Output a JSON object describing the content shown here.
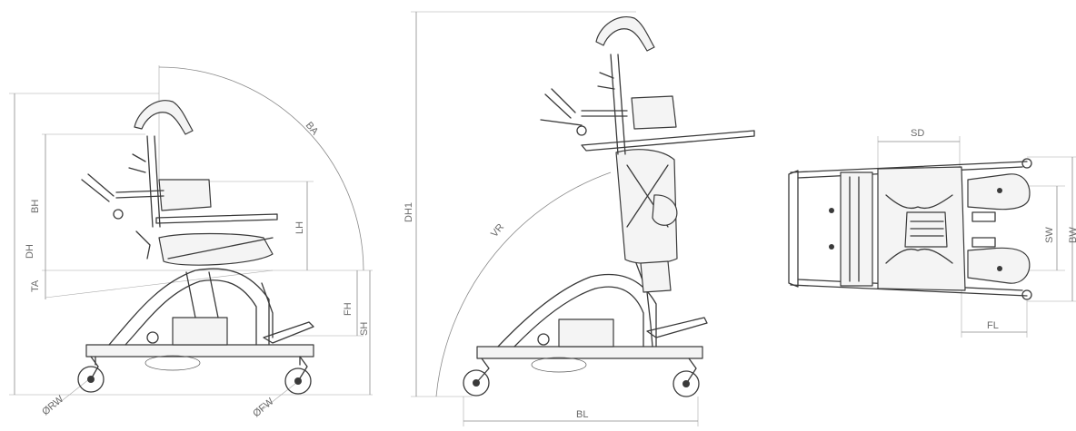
{
  "view_side": {
    "labels": {
      "dh": "DH",
      "bh": "BH",
      "ba": "BA",
      "lh": "LH",
      "ta": "TA",
      "fh": "FH",
      "sh": "SH",
      "rw": "ØRW",
      "fw": "ØFW"
    }
  },
  "view_standing": {
    "labels": {
      "dh1": "DH1",
      "vr": "VR",
      "bl": "BL"
    }
  },
  "view_top": {
    "labels": {
      "sd": "SD",
      "sw": "SW",
      "bw": "BW",
      "fl": "FL"
    }
  }
}
